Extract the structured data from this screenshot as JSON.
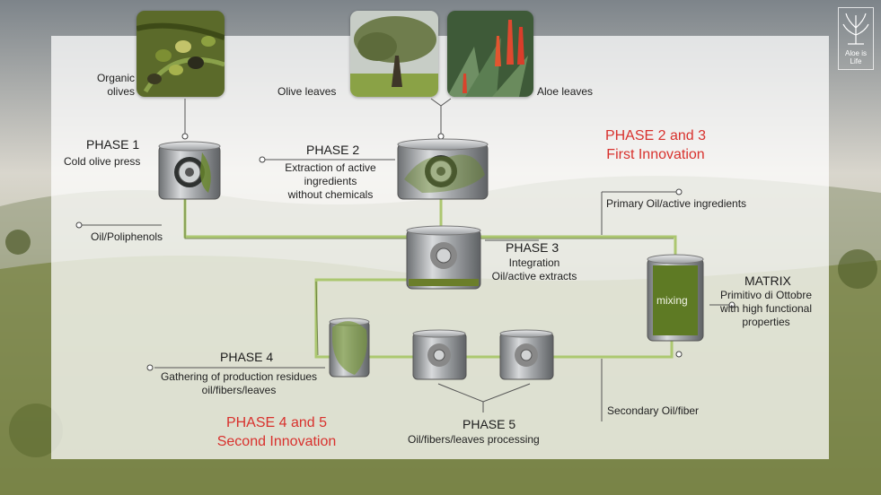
{
  "photos": {
    "olives": "organic-olives-photo",
    "olive_leaves": "olive-tree-photo",
    "aloe_leaves": "aloe-plant-photo"
  },
  "labels": {
    "organic_olives": "Organic\nolives",
    "olive_leaves": "Olive leaves",
    "aloe_leaves": "Aloe leaves",
    "phase1_title": "PHASE 1",
    "phase1_desc": "Cold olive press",
    "phase2_title": "PHASE 2",
    "phase2_desc": "Extraction of active\ningredients\nwithout chemicals",
    "phase23_title": "PHASE 2  and 3\nFirst Innovation",
    "oil_poliphenols": "Oil/Poliphenols",
    "primary_oil": "Primary Oil/active ingredients",
    "phase3_title": "PHASE 3",
    "phase3_desc": "Integration\nOil/active extracts",
    "mixing": "mixing",
    "matrix_title": "MATRIX",
    "matrix_desc": "Primitivo di Ottobre\nwith high functional\nproperties",
    "phase4_title": "PHASE 4",
    "phase4_desc": "Gathering of production residues\noil/fibers/leaves",
    "phase45_title": "PHASE 4 and 5\nSecond Innovation",
    "phase5_title": "PHASE 5",
    "phase5_desc": "Oil/fibers/leaves processing",
    "secondary_oil": "Secondary Oil/fiber"
  },
  "logo": {
    "text": "Aloe is Life"
  },
  "colors": {
    "accent_red": "#d8312d",
    "pipe_green": "#a9c66a",
    "mixing_green": "#5e7a24"
  }
}
